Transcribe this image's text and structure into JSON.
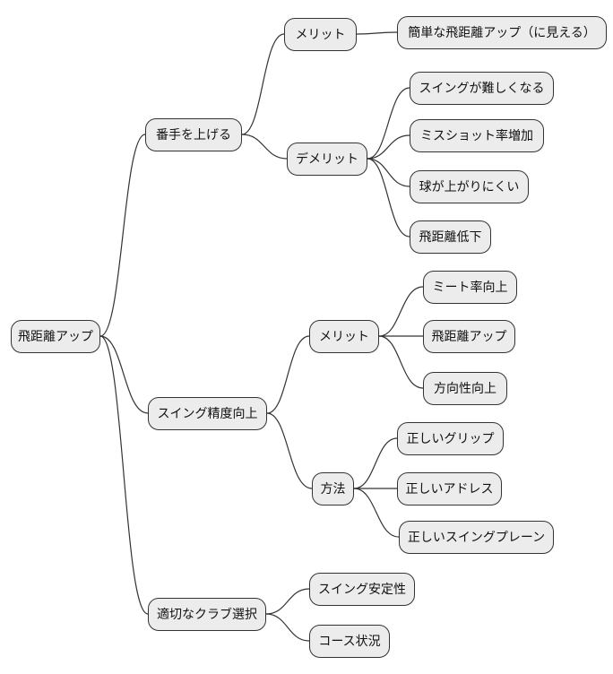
{
  "diagram": {
    "type": "mindmap",
    "language": "ja",
    "colors": {
      "background": "#ffffff",
      "node_fill": "#ececec",
      "node_border": "#333333",
      "edge": "#333333",
      "text": "#111111"
    }
  },
  "mindmap": {
    "root": {
      "label": "飛距離アップ",
      "children": [
        {
          "label": "番手を上げる",
          "children": [
            {
              "label": "メリット",
              "children": [
                {
                  "label": "簡単な飛距離アップ（に見える）"
                }
              ]
            },
            {
              "label": "デメリット",
              "children": [
                {
                  "label": "スイングが難しくなる"
                },
                {
                  "label": "ミスショット率増加"
                },
                {
                  "label": "球が上がりにくい"
                },
                {
                  "label": "飛距離低下"
                }
              ]
            }
          ]
        },
        {
          "label": "スイング精度向上",
          "children": [
            {
              "label": "メリット",
              "children": [
                {
                  "label": "ミート率向上"
                },
                {
                  "label": "飛距離アップ"
                },
                {
                  "label": "方向性向上"
                }
              ]
            },
            {
              "label": "方法",
              "children": [
                {
                  "label": "正しいグリップ"
                },
                {
                  "label": "正しいアドレス"
                },
                {
                  "label": "正しいスイングプレーン"
                }
              ]
            }
          ]
        },
        {
          "label": "適切なクラブ選択",
          "children": [
            {
              "label": "スイング安定性"
            },
            {
              "label": "コース状況"
            }
          ]
        }
      ]
    }
  }
}
